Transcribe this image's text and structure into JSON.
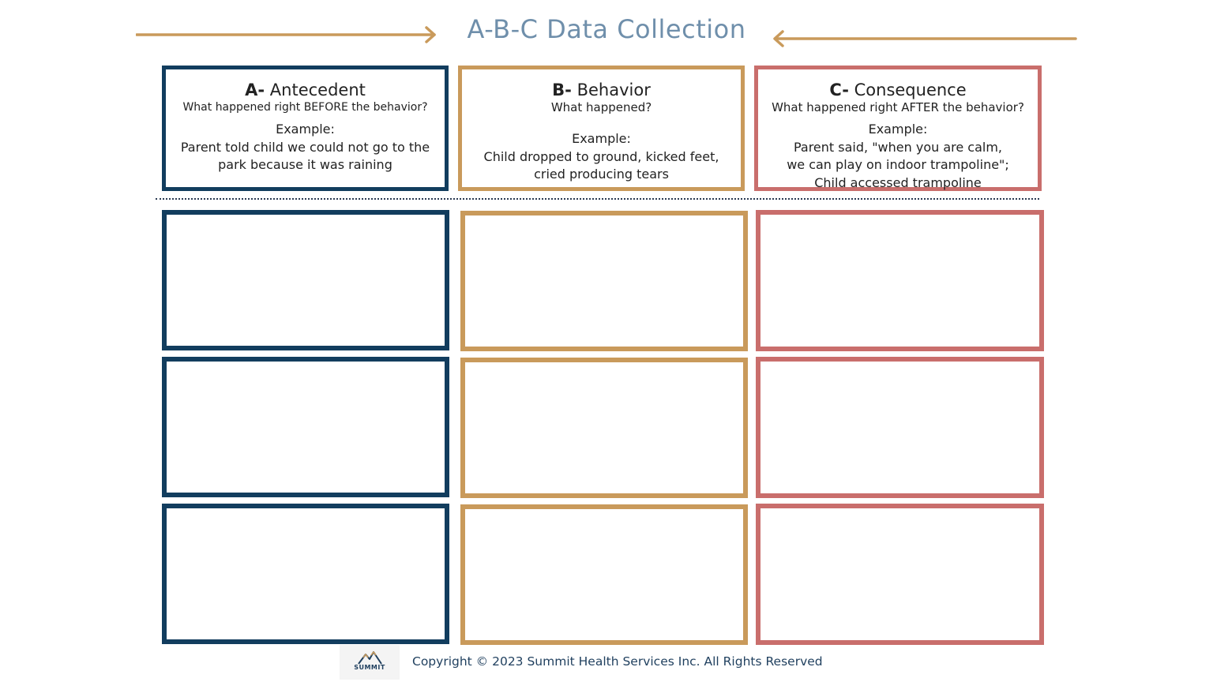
{
  "title": "A-B-C Data Collection",
  "colors": {
    "title": "#6f8fab",
    "arrow": "#c99a5b",
    "antecedent": "#123d5e",
    "behavior": "#c99a5b",
    "consequence": "#c96e6c"
  },
  "columns": {
    "a": {
      "letter": "A-",
      "name": "Antecedent",
      "question": "What happened right BEFORE the behavior?",
      "example_label": "Example:",
      "example_line1": "Parent told child we could not go to the",
      "example_line2": "park because it was raining"
    },
    "b": {
      "letter": "B-",
      "name": "Behavior",
      "question": "What happened?",
      "example_label": "Example:",
      "example_line1": "Child dropped to ground, kicked feet,",
      "example_line2": "cried producing tears"
    },
    "c": {
      "letter": "C-",
      "name": "Consequence",
      "question": "What happened right AFTER the behavior?",
      "example_label": "Example:",
      "example_line1": "Parent said, \"when you are calm,",
      "example_line2": "we can play on indoor trampoline\";",
      "example_line3": "Child accessed trampoline"
    }
  },
  "footer": {
    "logo_text": "SUMMIT",
    "copyright": "Copyright © 2023 Summit Health Services Inc. All Rights Reserved"
  },
  "icons": {
    "left_arrow": "arrow-right-icon",
    "right_arrow": "arrow-left-icon",
    "logo": "mountain-logo-icon"
  }
}
